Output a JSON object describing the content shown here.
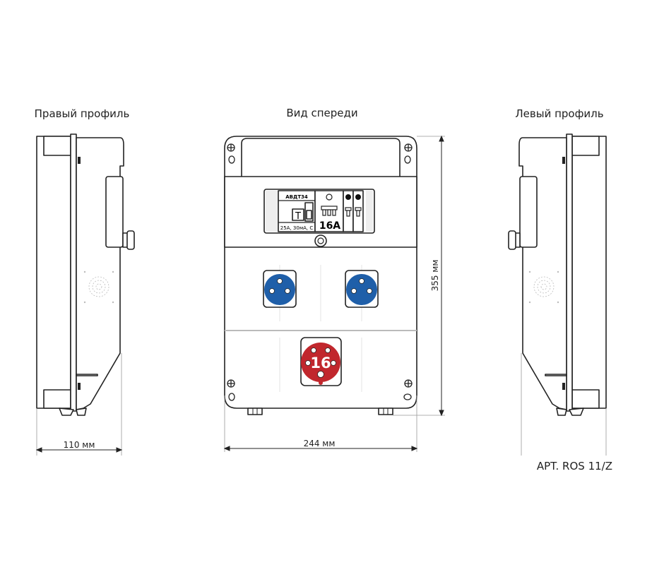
{
  "views": {
    "right_profile_title": "Правый профиль",
    "front_title": "Вид спереди",
    "left_profile_title": "Левый профиль"
  },
  "dimensions": {
    "depth": "110 мм",
    "width": "244 мм",
    "height": "355 мм"
  },
  "breaker": {
    "rcbo_model": "АВДТ34",
    "rcbo_rating": "25А, 30мА, С",
    "mcb_rating": "16А"
  },
  "sockets": {
    "red_socket_label": "16",
    "blue_color": "#1f5fa9",
    "red_color": "#c1272d"
  },
  "article": "APT. ROS 11/Z"
}
